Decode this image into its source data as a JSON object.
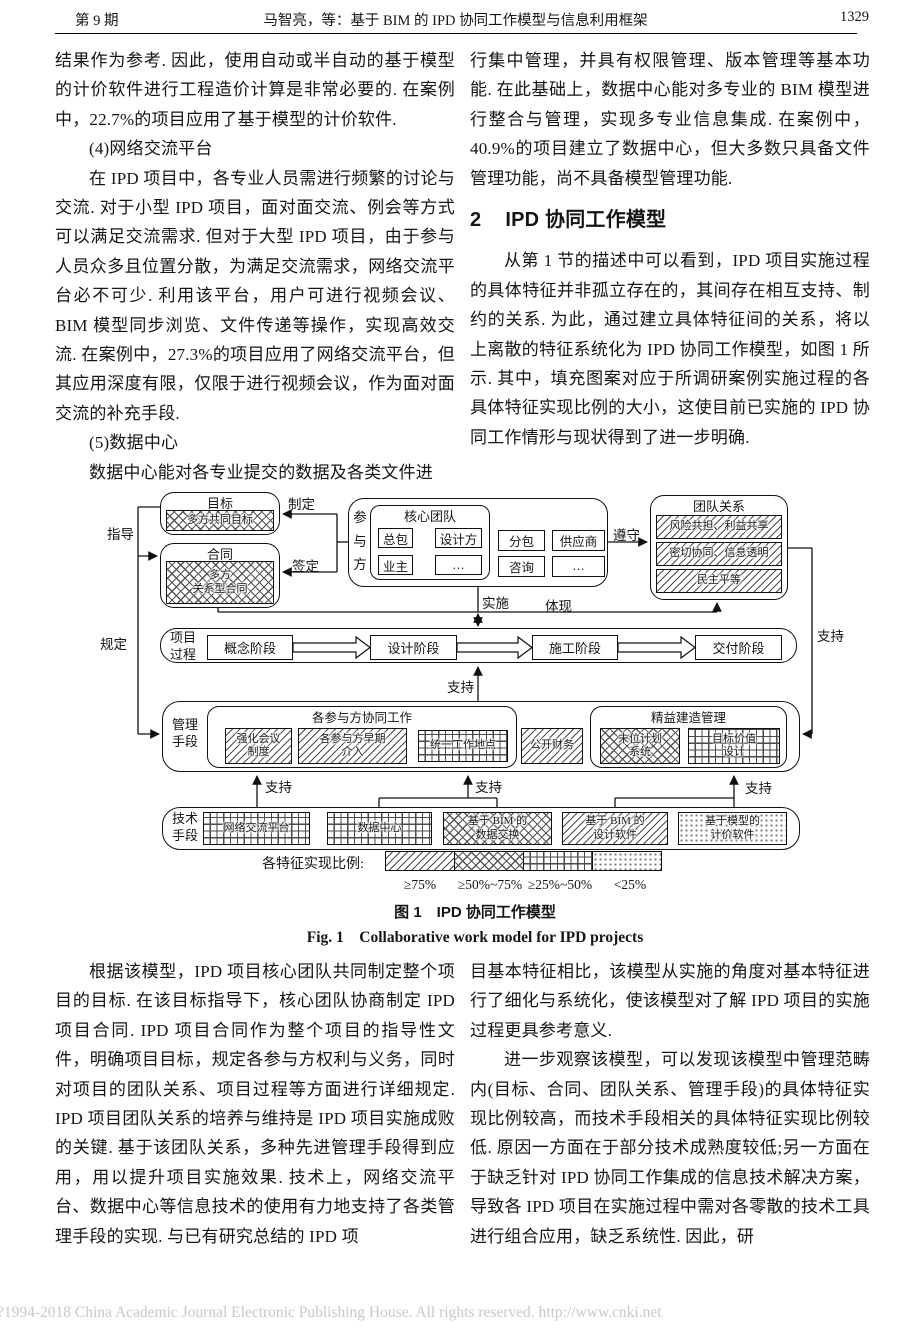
{
  "header": {
    "issue": "第 9 期",
    "title": "马智亮，等：基于 BIM 的 IPD 协同工作模型与信息利用框架",
    "page": "1329"
  },
  "left_column": {
    "para1": "结果作为参考. 因此，使用自动或半自动的基于模型的计价软件进行工程造价计算是非常必要的. 在案例中，22.7%的项目应用了基于模型的计价软件.",
    "heading4": "(4)网络交流平台",
    "para2": "在 IPD 项目中，各专业人员需进行频繁的讨论与交流. 对于小型 IPD 项目，面对面交流、例会等方式可以满足交流需求. 但对于大型 IPD 项目，由于参与人员众多且位置分散，为满足交流需求，网络交流平台必不可少. 利用该平台，用户可进行视频会议、BIM 模型同步浏览、文件传递等操作，实现高效交流. 在案例中，27.3%的项目应用了网络交流平台，但其应用深度有限，仅限于进行视频会议，作为面对面交流的补充手段.",
    "heading5": "(5)数据中心",
    "para3": "数据中心能对各专业提交的数据及各类文件进"
  },
  "right_column": {
    "para1": "行集中管理，并具有权限管理、版本管理等基本功能. 在此基础上，数据中心能对多专业的 BIM 模型进行整合与管理，实现多专业信息集成. 在案例中，40.9%的项目建立了数据中心，但大多数只具备文件管理功能，尚不具备模型管理功能.",
    "section_no": "2",
    "section_title": "IPD 协同工作模型",
    "para2": "从第 1 节的描述中可以看到，IPD 项目实施过程的具体特征并非孤立存在的，其间存在相互支持、制约的关系. 为此，通过建立具体特征间的关系，将以上离散的特征系统化为 IPD 协同工作模型，如图 1 所示. 其中，填充图案对应于所调研案例实施过程的各具体特征实现比例的大小，这使目前已实施的 IPD 协同工作情形与现状得到了进一步明确."
  },
  "figure": {
    "goal": {
      "title": "目标",
      "item": "多方共同目标",
      "item_pattern": "cross"
    },
    "contract": {
      "title": "合同",
      "item": "多方\n关系型合同",
      "item_pattern": "cross"
    },
    "participants": {
      "side_label": "参\n与\n方",
      "core_title": "核心团队",
      "core": [
        "总包",
        "设计方",
        "业主",
        "…"
      ],
      "others": [
        "分包",
        "供应商",
        "咨询",
        "…"
      ]
    },
    "team_relations": {
      "title": "团队关系",
      "rows_pattern": "diag",
      "rows": [
        "风险共担、利益共享",
        "密切协同、信息透明",
        "民主平等"
      ]
    },
    "labels": {
      "make": "制定",
      "sign": "签定",
      "guide": "指导",
      "obey": "遵守",
      "implement": "实施",
      "embody": "体现",
      "stipulate": "规定",
      "support": "支持"
    },
    "process": {
      "label": "项目\n过程",
      "phases": [
        "概念阶段",
        "设计阶段",
        "施工阶段",
        "交付阶段"
      ]
    },
    "management": {
      "label": "管理\n手段",
      "collab": {
        "title": "各参与方协同工作",
        "items": [
          {
            "text": "强化会议\n制度",
            "pattern": "diag"
          },
          {
            "text": "各参与方早期\n介入",
            "pattern": "diag"
          },
          {
            "text": "统一工作地点",
            "pattern": "grid"
          }
        ]
      },
      "open_finance": {
        "text": "公开财务",
        "pattern": "diag"
      },
      "lean": {
        "title": "精益建造管理",
        "items": [
          {
            "text": "末位计划\n系统",
            "pattern": "cross"
          },
          {
            "text": "目标价值\n设计",
            "pattern": "grid"
          }
        ]
      }
    },
    "technology": {
      "label": "技术\n手段",
      "items": [
        {
          "text": "网络交流平台",
          "pattern": "grid"
        },
        {
          "text": "数据中心",
          "pattern": "grid"
        },
        {
          "text": "基于 BIM 的\n数据交换",
          "pattern": "cross"
        },
        {
          "text": "基于 BIM 的\n设计软件",
          "pattern": "diag"
        },
        {
          "text": "基于模型的\n计价软件",
          "pattern": "dots"
        }
      ]
    },
    "legend": {
      "label": "各特征实现比例:",
      "entries": [
        {
          "range": "≥75%",
          "pattern": "diag"
        },
        {
          "range": "≥50%~75%",
          "pattern": "cross"
        },
        {
          "range": "≥25%~50%",
          "pattern": "grid"
        },
        {
          "range": "<25%",
          "pattern": "dots"
        }
      ]
    },
    "caption_zh": "图 1　IPD 协同工作模型",
    "caption_en": "Fig. 1　Collaborative work model for IPD projects"
  },
  "bottom_left": {
    "para1": "根据该模型，IPD 项目核心团队共同制定整个项目的目标. 在该目标指导下，核心团队协商制定 IPD 项目合同. IPD 项目合同作为整个项目的指导性文件，明确项目目标，规定各参与方权利与义务，同时对项目的团队关系、项目过程等方面进行详细规定. IPD 项目团队关系的培养与维持是 IPD 项目实施成败的关键. 基于该团队关系，多种先进管理手段得到应用，用以提升项目实施效果. 技术上，网络交流平台、数据中心等信息技术的使用有力地支持了各类管理手段的实现. 与已有研究总结的 IPD 项"
  },
  "bottom_right": {
    "para1": "目基本特征相比，该模型从实施的角度对基本特征进行了细化与系统化，使该模型对了解 IPD 项目的实施过程更具参考意义.",
    "para2": "进一步观察该模型，可以发现该模型中管理范畴内(目标、合同、团队关系、管理手段)的具体特征实现比例较高，而技术手段相关的具体特征实现比例较低. 原因一方面在于部分技术成熟度较低;另一方面在于缺乏针对 IPD 协同工作集成的信息技术解决方案，导致各 IPD 项目在实施过程中需对各零散的技术工具进行组合应用，缺乏系统性. 因此，研"
  },
  "footer": "?1994-2018 China Academic Journal Electronic Publishing House. All rights reserved.    http://www.cnki.net"
}
